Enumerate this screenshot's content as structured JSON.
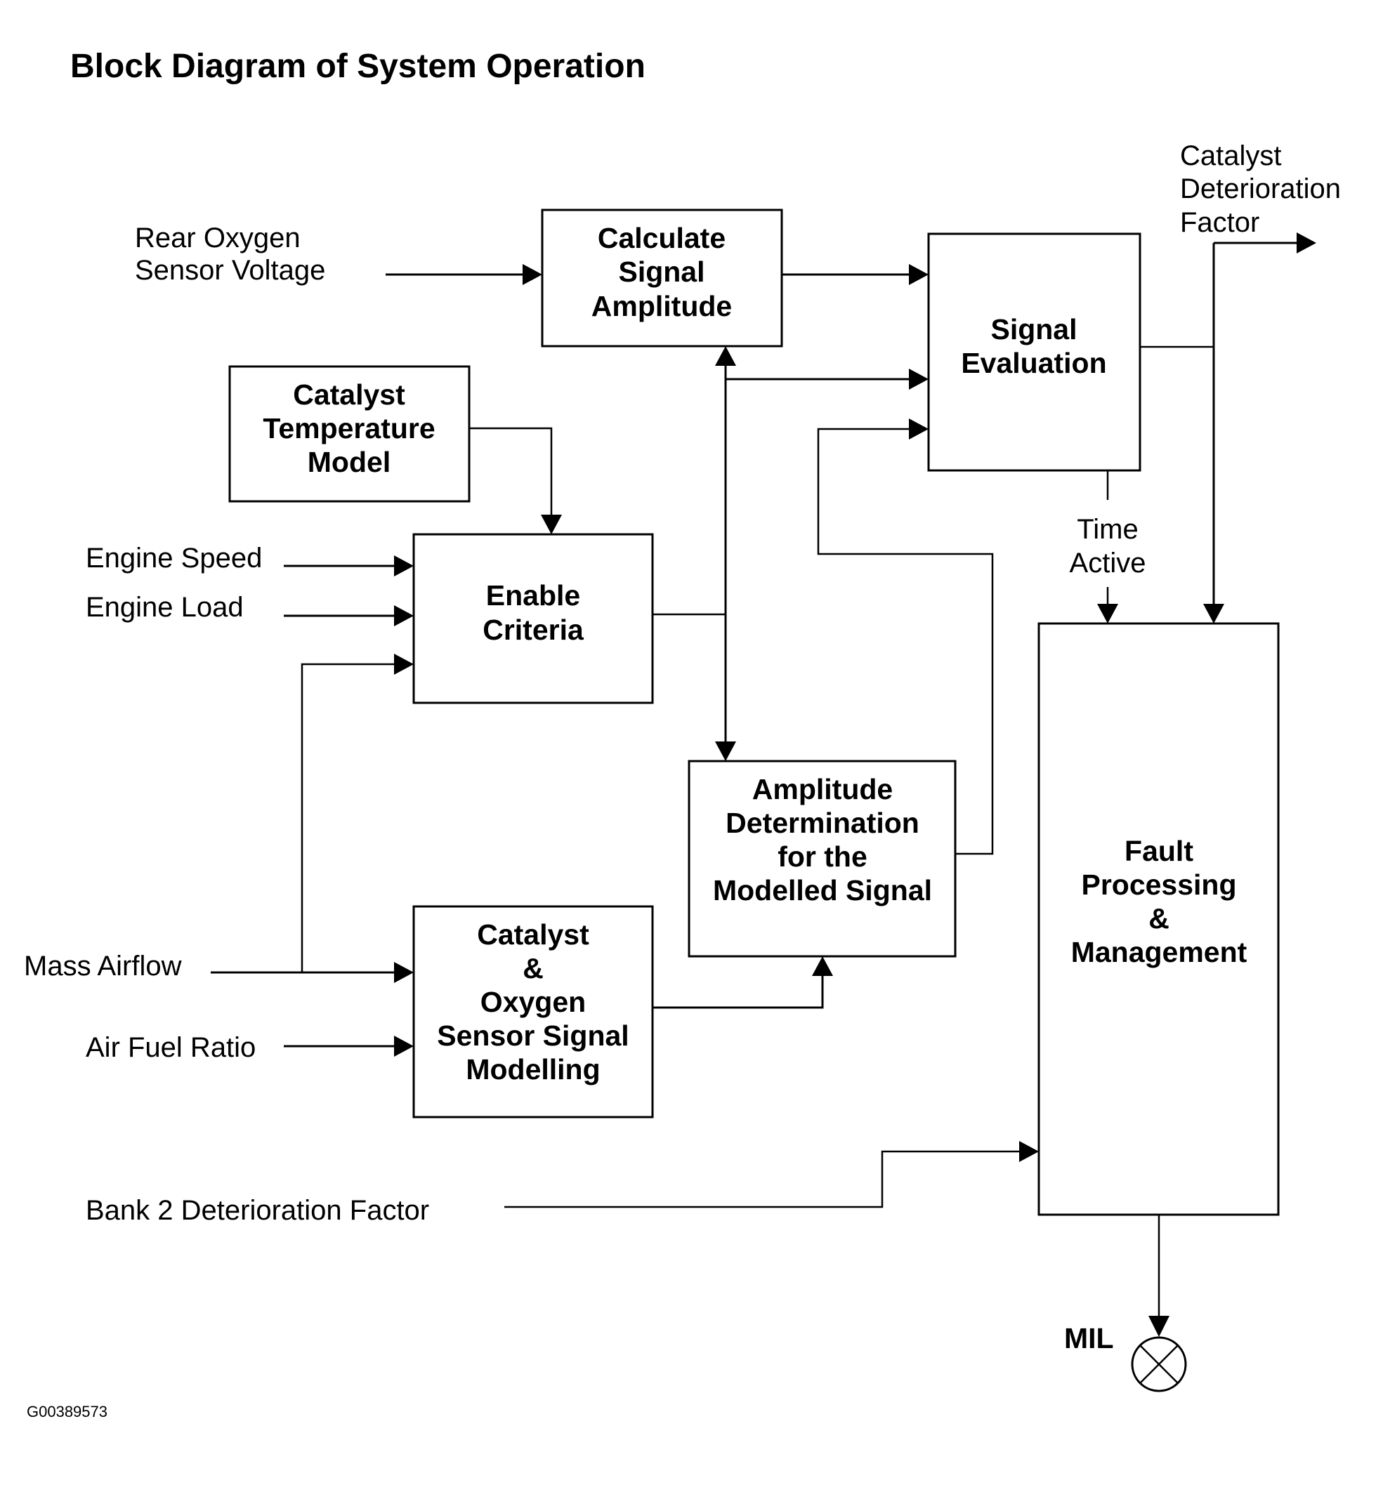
{
  "title": "Block Diagram of System Operation",
  "figure_id": "G00389573",
  "blocks": {
    "calculate_signal_amplitude": [
      "Calculate",
      "Signal",
      "Amplitude"
    ],
    "signal_evaluation": [
      "Signal",
      "Evaluation"
    ],
    "catalyst_temperature_model": [
      "Catalyst",
      "Temperature",
      "Model"
    ],
    "enable_criteria": [
      "Enable",
      "Criteria"
    ],
    "amplitude_determination": [
      "Amplitude",
      "Determination",
      "for the",
      "Modelled Signal"
    ],
    "catalyst_oxygen_modelling": [
      "Catalyst",
      "&",
      "Oxygen",
      "Sensor Signal",
      "Modelling"
    ],
    "fault_processing": [
      "Fault",
      "Processing",
      "&",
      "Management"
    ]
  },
  "inputs": {
    "rear_oxygen_sensor_voltage": [
      "Rear Oxygen",
      "Sensor Voltage"
    ],
    "engine_speed": "Engine Speed",
    "engine_load": "Engine Load",
    "mass_airflow": "Mass Airflow",
    "air_fuel_ratio": "Air Fuel Ratio",
    "bank2_deterioration_factor": "Bank 2 Deterioration Factor"
  },
  "outputs": {
    "catalyst_deterioration_factor": [
      "Catalyst",
      "Deterioration",
      "Factor"
    ],
    "time_active": [
      "Time",
      "Active"
    ],
    "mil": "MIL"
  },
  "icons": {
    "mil_lamp": "lamp-x-circle-icon"
  }
}
